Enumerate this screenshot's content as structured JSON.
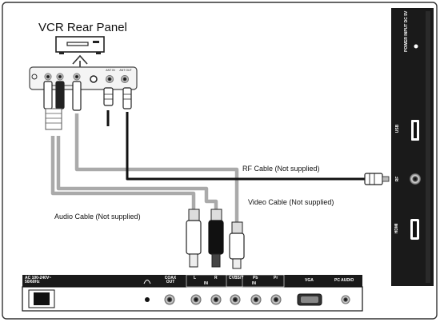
{
  "title": "VCR Rear Panel",
  "cables": {
    "rf": "RF Cable (Not supplied)",
    "video": "Video Cable (Not supplied)",
    "audio": "Audio Cable (Not supplied)"
  },
  "tv_side_ports": {
    "power_out": "POWER INPUT DC 5V",
    "usb": "USB",
    "rf": "RF",
    "hdmi": "HDMI"
  },
  "tv_bottom_ports": {
    "ac": "AC 100-240V~ 50/60Hz",
    "headphone_icon": "headphone-icon",
    "coax": "COAX OUT",
    "l": "L",
    "r": "R",
    "in1": "IN",
    "cvbs": "CVBS/Y",
    "pb": "Pb",
    "pr": "Pr",
    "in2": "IN",
    "vga": "VGA",
    "pc_audio": "PC AUDIO"
  },
  "vcr_ports": {
    "ant_in": "ANT IN",
    "ant_out": "ANT OUT"
  },
  "colors": {
    "panel": "#1a1a1a",
    "cable_gray": "#a8a8a8",
    "cable_black": "#111111",
    "border": "#333333"
  }
}
